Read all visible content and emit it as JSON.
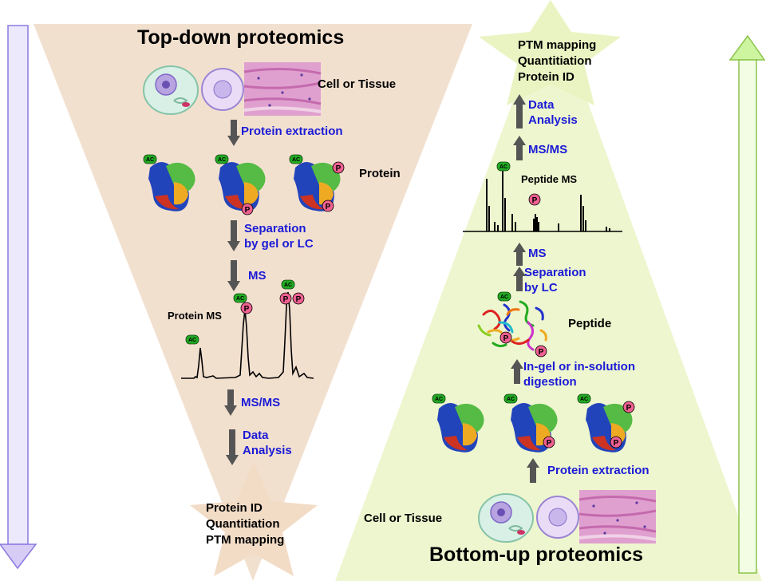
{
  "top_down": {
    "title": "Top-down proteomics",
    "cell_label": "Cell or Tissue",
    "step_extraction": "Protein extraction",
    "protein_label": "Protein",
    "step_separation": [
      "Separation",
      "by gel or LC"
    ],
    "step_ms": "MS",
    "protein_ms_label": "Protein MS",
    "step_msms": "MS/MS",
    "step_analysis": [
      "Data",
      "Analysis"
    ],
    "results": [
      "Protein ID",
      "Quantitiation",
      "PTM mapping"
    ]
  },
  "bottom_up": {
    "title": "Bottom-up proteomics",
    "cell_label": "Cell or Tissue",
    "step_extraction": "Protein extraction",
    "step_digestion": [
      "In-gel or in-solution",
      "digestion"
    ],
    "peptide_label": "Peptide",
    "step_separation": [
      "Separation",
      "by LC"
    ],
    "step_ms": "MS",
    "peptide_ms_label": "Peptide MS",
    "step_msms": "MS/MS",
    "step_analysis": [
      "Data",
      "Analysis"
    ],
    "results": [
      "PTM mapping",
      "Quantitiation",
      "Protein ID"
    ]
  },
  "badges": {
    "acetyl": "AC",
    "phospho": "P"
  },
  "colors": {
    "top_down_background": "#f2e0cf",
    "bottom_up_background": "#eef6cf",
    "left_arrow": "#d6ccf6",
    "right_arrow": "#cdf5a0",
    "step_text": "#1a1ad6",
    "step_arrow": "#555555",
    "badge_green": "#22aa22",
    "badge_pink": "#f06090"
  }
}
